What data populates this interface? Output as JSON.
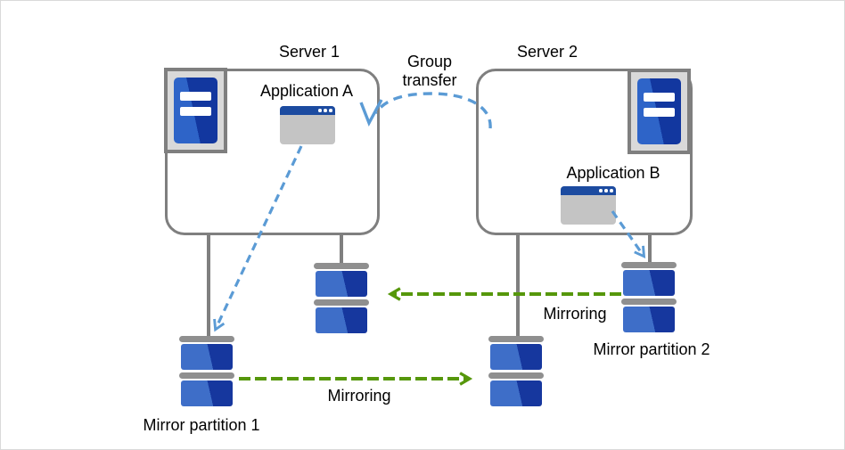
{
  "diagram_type": "cluster-mirror-architecture",
  "servers": [
    {
      "label": "Server 1",
      "application_label": "Application A"
    },
    {
      "label": "Server 2",
      "application_label": "Application B"
    }
  ],
  "group_transfer": {
    "line1": "Group",
    "line2": "transfer"
  },
  "mirroring": {
    "top_label": "Mirroring",
    "bottom_label": "Mirroring"
  },
  "partitions": [
    {
      "label": "Mirror partition 1"
    },
    {
      "label": "Mirror partition 2"
    }
  ],
  "icons": {
    "server": "server-tower-icon",
    "application": "application-window-icon",
    "disk": "disk-stack-icon"
  },
  "colors": {
    "canvas_border": "#d9d9d9",
    "box_border_gray": "#7f7f7f",
    "icon_box_fill": "#d9d9d9",
    "connector_gray": "#7f7f7f",
    "arrow_blue": "#5b9bd5",
    "arrow_green": "#56970b",
    "disk_blue_light": "#3e6ec8",
    "disk_blue_dark": "#16379e",
    "disk_cap_gray": "#8f8f8f",
    "window_titlebar_blue": "#1c4ba0",
    "window_body_gray": "#c4c4c4",
    "text": "#000000"
  }
}
